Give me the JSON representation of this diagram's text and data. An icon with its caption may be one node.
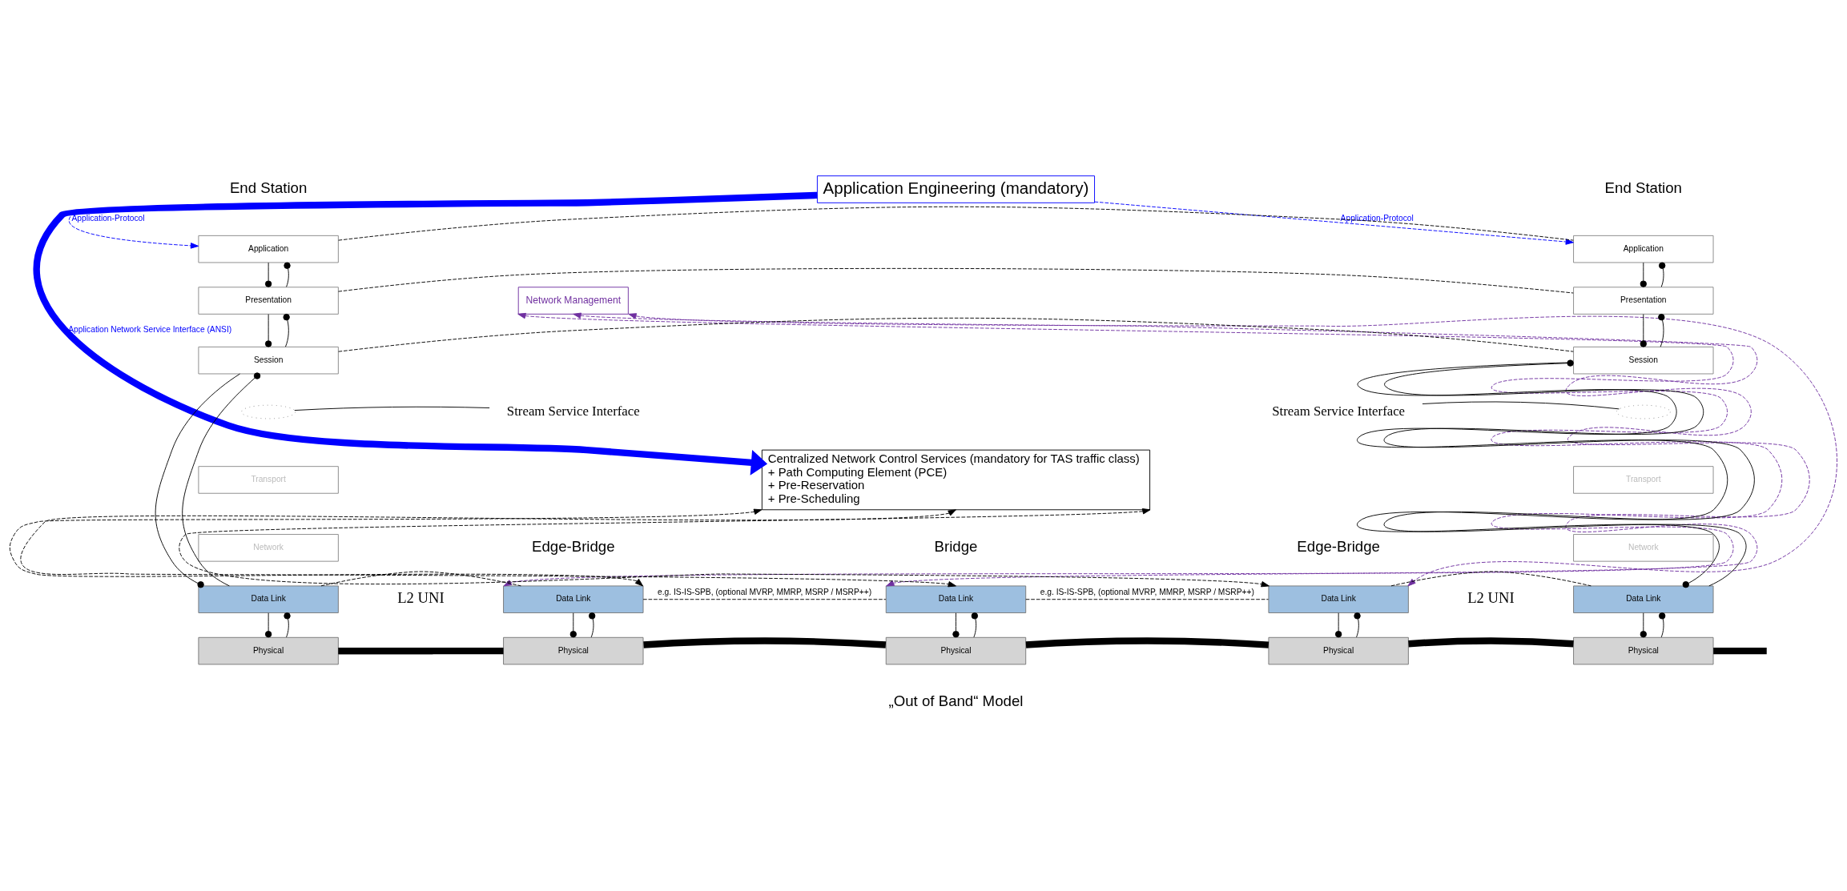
{
  "diagram": {
    "nodes": [
      {
        "text": [
          "Application Engineering (mandatory)"
        ]
      },
      {
        "text": [
          "Network Management"
        ]
      },
      {
        "text": [
          "Centralized Network Control Services (mandatory for TAS traffic class)",
          "+ Path Computing Element (PCE)",
          "+ Pre-Reservation",
          "+ Pre-Scheduling"
        ]
      },
      {
        "text": [
          "Application"
        ]
      },
      {
        "text": [
          "Presentation"
        ]
      },
      {
        "text": [
          "Session"
        ]
      },
      {
        "text": [
          "Transport"
        ]
      },
      {
        "text": [
          "Network"
        ]
      },
      {
        "text": [
          "Data Link"
        ]
      },
      {
        "text": [
          "Physical"
        ]
      },
      {
        "text": [],
        "shape": "ellipse"
      },
      {
        "text": [
          "Stream Service Interface"
        ]
      },
      {
        "text": [
          "Data Link"
        ]
      },
      {
        "text": [
          "Physical"
        ]
      },
      {
        "text": [
          "Data Link"
        ]
      },
      {
        "text": [
          "Physical"
        ]
      },
      {
        "text": [
          "Data Link"
        ]
      },
      {
        "text": [
          "Physical"
        ]
      },
      {
        "text": [
          "Application"
        ]
      },
      {
        "text": [
          "Presentation"
        ]
      },
      {
        "text": [
          "Session"
        ]
      },
      {
        "text": [
          "Transport"
        ]
      },
      {
        "text": [
          "Network"
        ]
      },
      {
        "text": [
          "Data Link"
        ]
      },
      {
        "text": [
          "Physical"
        ]
      },
      {
        "text": [],
        "shape": "ellipse"
      },
      {
        "text": [
          "Stream Service Interface"
        ]
      }
    ],
    "edges": [
      {
        "from": 0,
        "to": 3,
        "arrow": "to",
        "label": "Application-Protocol",
        "style": "dashed",
        "color": "#0000ff"
      },
      {
        "from": 0,
        "to": 18,
        "arrow": "to",
        "label": "Application-Protocol",
        "style": "dashed",
        "color": "#0000ff"
      },
      {
        "from": 0,
        "to": 2,
        "arrow": "to",
        "label": "Application Network Service Interface (ANSI)",
        "style": "thick",
        "color": "#0000ff"
      },
      {
        "from": 1,
        "to": 12,
        "arrow": "both",
        "style": "dashed",
        "color": "#7030a0"
      },
      {
        "from": 1,
        "to": 14,
        "arrow": "both",
        "style": "dashed",
        "color": "#7030a0"
      },
      {
        "from": 1,
        "to": 16,
        "arrow": "both",
        "style": "dashed",
        "color": "#7030a0"
      },
      {
        "from": 2,
        "to": 12,
        "arrow": "both",
        "style": "dashed"
      },
      {
        "from": 2,
        "to": 14,
        "arrow": "both",
        "style": "dashed"
      },
      {
        "from": 2,
        "to": 16,
        "arrow": "both",
        "style": "dashed"
      },
      {
        "from": 3,
        "to": 18,
        "arrow": "none",
        "style": "dashed"
      },
      {
        "from": 4,
        "to": 19,
        "arrow": "none",
        "style": "dashed"
      },
      {
        "from": 5,
        "to": 20,
        "arrow": "none",
        "style": "dashed"
      },
      {
        "from": 8,
        "to": 12,
        "arrow": "none",
        "style": "dashed"
      },
      {
        "from": 12,
        "to": 14,
        "arrow": "none",
        "style": "dashed",
        "label": "e.g. IS-IS-SPB, (optional MVRP, MMRP, MSRP / MSRP++)"
      },
      {
        "from": 14,
        "to": 16,
        "arrow": "none",
        "style": "dashed",
        "label": "e.g. IS-IS-SPB, (optional MVRP, MMRP, MSRP / MSRP++)"
      },
      {
        "from": 16,
        "to": 23,
        "arrow": "none",
        "style": "dashed"
      },
      {
        "from": null,
        "to": 9,
        "arrow": "none",
        "style": "thick"
      },
      {
        "from": 9,
        "to": 13,
        "arrow": "none",
        "style": "thick"
      },
      {
        "from": 13,
        "to": 15,
        "arrow": "none",
        "style": "thick"
      },
      {
        "from": 15,
        "to": 17,
        "arrow": "none",
        "style": "thick"
      },
      {
        "from": 17,
        "to": 24,
        "arrow": "none",
        "style": "thick"
      },
      {
        "from": 24,
        "to": null,
        "arrow": "none",
        "style": "thick"
      },
      {
        "from": 3,
        "to": 4,
        "arrow": "other"
      },
      {
        "from": 4,
        "to": 3,
        "arrow": "other"
      },
      {
        "from": 4,
        "to": 5,
        "arrow": "other"
      },
      {
        "from": 5,
        "to": 4,
        "arrow": "other"
      },
      {
        "from": 5,
        "to": 8,
        "arrow": "other"
      },
      {
        "from": 8,
        "to": 5,
        "arrow": "other"
      },
      {
        "from": 8,
        "to": 9,
        "arrow": "other"
      },
      {
        "from": 9,
        "to": 8,
        "arrow": "other"
      },
      {
        "from": 12,
        "to": 13,
        "arrow": "other"
      },
      {
        "from": 13,
        "to": 12,
        "arrow": "other"
      },
      {
        "from": 14,
        "to": 15,
        "arrow": "other"
      },
      {
        "from": 15,
        "to": 14,
        "arrow": "other"
      },
      {
        "from": 16,
        "to": 17,
        "arrow": "other"
      },
      {
        "from": 17,
        "to": 16,
        "arrow": "other"
      },
      {
        "from": 18,
        "to": 19,
        "arrow": "other"
      },
      {
        "from": 19,
        "to": 18,
        "arrow": "other"
      },
      {
        "from": 19,
        "to": 20,
        "arrow": "other"
      },
      {
        "from": 20,
        "to": 19,
        "arrow": "other"
      },
      {
        "from": 20,
        "to": 23,
        "arrow": "other"
      },
      {
        "from": 23,
        "to": 20,
        "arrow": "other"
      },
      {
        "from": 23,
        "to": 24,
        "arrow": "other"
      },
      {
        "from": 24,
        "to": 23,
        "arrow": "other"
      },
      {
        "from": 11,
        "to": 10,
        "arrow": "none"
      },
      {
        "from": 26,
        "to": 25,
        "arrow": "none"
      }
    ],
    "labels": [
      "End Station",
      "End Station",
      "Edge-Bridge",
      "Bridge",
      "Edge-Bridge",
      "L2 UNI",
      "L2 UNI",
      "„Out of Band“ Model"
    ]
  }
}
